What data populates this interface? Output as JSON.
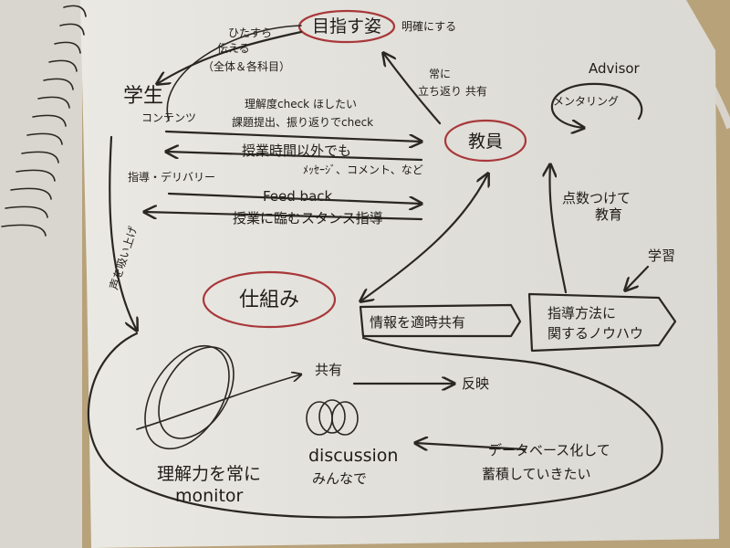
{
  "nodes": {
    "goal": "目指す姿",
    "goal_note": "明確にする",
    "student": "学生",
    "teacher": "教員",
    "system": "仕組み",
    "advisor": "Advisor",
    "mentoring": "メンタリング"
  },
  "edges": {
    "to_student_1": "ひたすら",
    "to_student_2": "伝える",
    "to_student_3": "（全体＆各科目）",
    "student_contents": "コンテンツ",
    "check_1": "理解度check ほしたい",
    "check_2": "課題提出、振り返りでcheck",
    "outside_1": "授業時間以外でも",
    "outside_2": "ﾒｯｾｰｼﾞ、コメント、など",
    "delivery": "指導・デリバリー",
    "feedback": "Feed back",
    "stance": "授業に臨むスタンス指導",
    "voice": "声を吸い上げ",
    "always_1": "常に",
    "always_2": "立ち返り 共有",
    "score_1": "点数つけて",
    "score_2": "教育",
    "learn": "学習"
  },
  "boxes": {
    "info_share": "情報を適時共有",
    "method_1": "指導方法に",
    "method_2": "関するノウハウ"
  },
  "system_area": {
    "share": "共有",
    "reflect": "反映",
    "monitor_1": "理解力を常に",
    "monitor_2": "monitor",
    "discussion_1": "discussion",
    "discussion_2": "みんなで",
    "database_1": "データベース化して",
    "database_2": "蓄積していきたい"
  },
  "colors": {
    "ink": "#2a2622",
    "circle_red": "#a8383a",
    "paper": "#e9e7e1",
    "desk": "#b8a27a"
  }
}
